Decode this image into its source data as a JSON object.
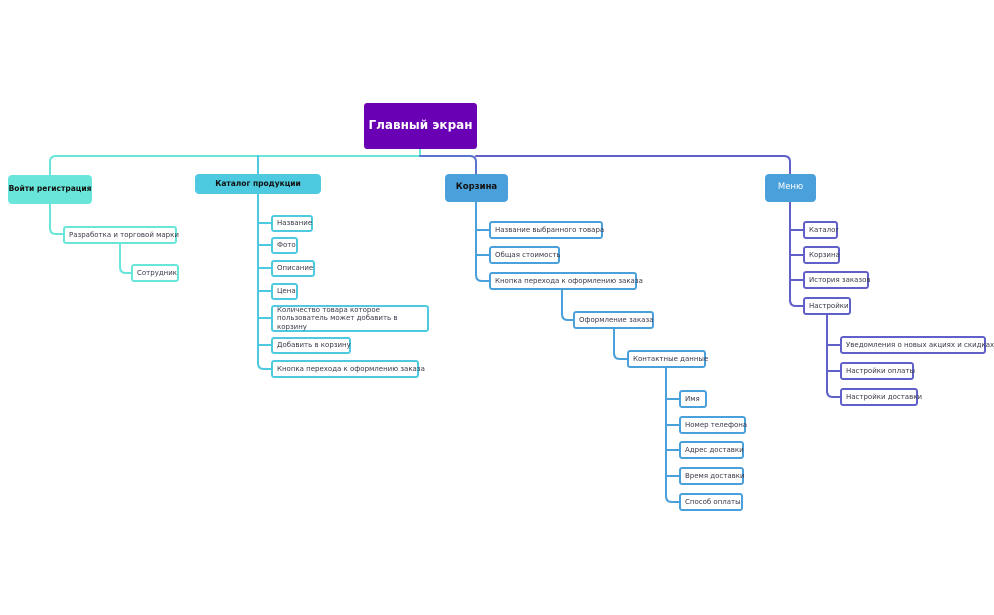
{
  "colors": {
    "root": "#6a00b4",
    "branch_login": "#69e6d9",
    "branch_catalog": "#4dcadf",
    "branch_cart": "#4aa0db",
    "branch_menu": "#6060c8",
    "cart_trunk": "#5a74cc"
  },
  "root": {
    "label": "Главный экран"
  },
  "branches": {
    "login": {
      "label": "Войти регистрация",
      "items": {
        "brand_dev": "Разработка и торговой марки",
        "employee": "Сотрудник"
      }
    },
    "catalog": {
      "label": "Каталог продукции",
      "items": [
        "Название",
        "Фото",
        "Описание",
        "Цена",
        "Количество товара которое пользователь может добавить в корзину",
        "Добавить в корзину",
        "Кнопка перехода к оформлению заказа"
      ]
    },
    "cart": {
      "label": "Корзина",
      "items": [
        "Название выбранного товара",
        "Общая стоимость",
        "Кнопка перехода к оформлению заказа"
      ],
      "checkout": "Оформление заказа",
      "contacts": "Контактные данные",
      "contact_items": [
        "Имя",
        "Номер телефона",
        "Адрес доставки",
        "Время доставки",
        "Способ оплаты"
      ]
    },
    "menu": {
      "label": "Меню",
      "items": [
        "Каталог",
        "Корзина",
        "История заказов",
        "Настройки"
      ],
      "settings_items": [
        "Уведомления о новых акциях и скидках",
        "Настройки оплаты",
        "Настройки доставки"
      ]
    }
  }
}
